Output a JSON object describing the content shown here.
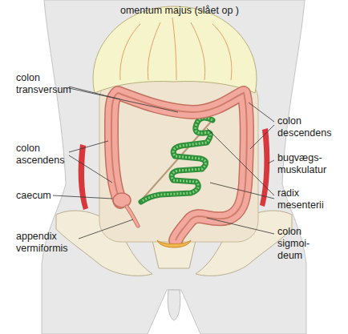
{
  "diagram": {
    "labels": [
      "omentum majus (slået op )",
      "colon transversum",
      "colon ascendens",
      "caecum",
      "appendix vermiformis",
      "colon descendens",
      "bugvægs- muskulatur",
      "radix mesenterii",
      "colon sigmoi- deum"
    ]
  }
}
